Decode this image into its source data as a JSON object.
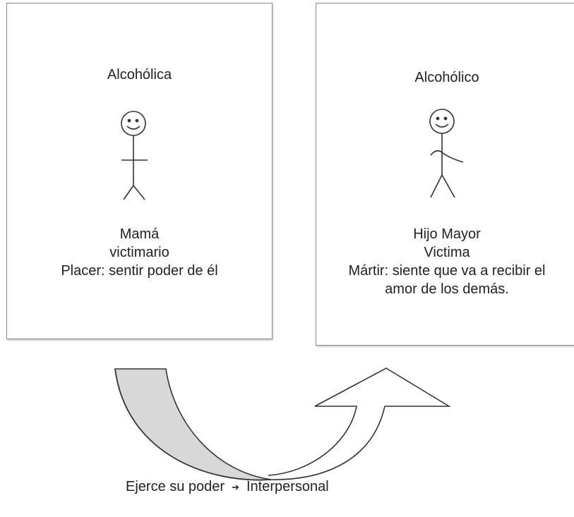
{
  "left_panel": {
    "role": "Alcohólica",
    "person": "Mamá",
    "type": "victimario",
    "description": "Placer: sentir poder de él"
  },
  "right_panel": {
    "role": "Alcohólico",
    "person": "Hijo Mayor",
    "type": "Victima",
    "description_line1": "Mártir: siente que va a recibir el",
    "description_line2": "amor de los demás."
  },
  "caption": {
    "left": "Ejerce su poder",
    "right": "Interpersonal",
    "arrow": "➔"
  },
  "colors": {
    "shaded_arrow": "#d8d8d8",
    "outline": "#333333"
  }
}
